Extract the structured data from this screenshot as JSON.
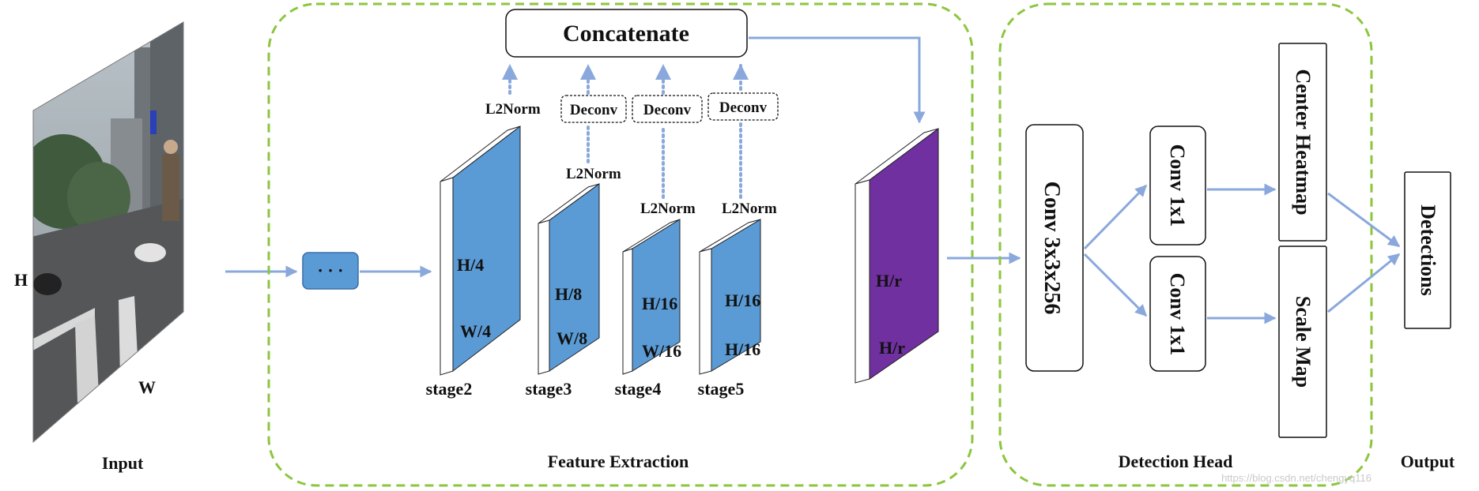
{
  "input": {
    "h_label": "H",
    "w_label": "W",
    "caption": "Input"
  },
  "ellipsis": {
    "label": "· · ·"
  },
  "concat": {
    "label": "Concatenate"
  },
  "norm_blocks": {
    "l2norm": "L2Norm",
    "deconv": "Deconv"
  },
  "stages": [
    {
      "name": "stage2",
      "dim1": "H/4",
      "dim2": "W/4"
    },
    {
      "name": "stage3",
      "dim1": "H/8",
      "dim2": "W/8"
    },
    {
      "name": "stage4",
      "dim1": "H/16",
      "dim2": "W/16"
    },
    {
      "name": "stage5",
      "dim1": "H/16",
      "dim2": "H/16"
    }
  ],
  "output_feature": {
    "dim1": "H/r",
    "dim2": "H/r"
  },
  "head": {
    "conv3": "Conv 3x3x256",
    "conv1_top": "Conv 1x1",
    "conv1_bottom": "Conv 1x1",
    "center": "Center Heatmap",
    "scale": "Scale Map"
  },
  "detections": {
    "label": "Detections"
  },
  "captions": {
    "feature": "Feature Extraction",
    "head": "Detection Head",
    "output": "Output"
  },
  "watermark": "https://blog.csdn.net/chengyq116",
  "colors": {
    "feature_blue": "#5b9bd5",
    "feature_purple": "#7030a0",
    "arrow": "#8aa8dc",
    "group_border": "#8cc63f"
  }
}
